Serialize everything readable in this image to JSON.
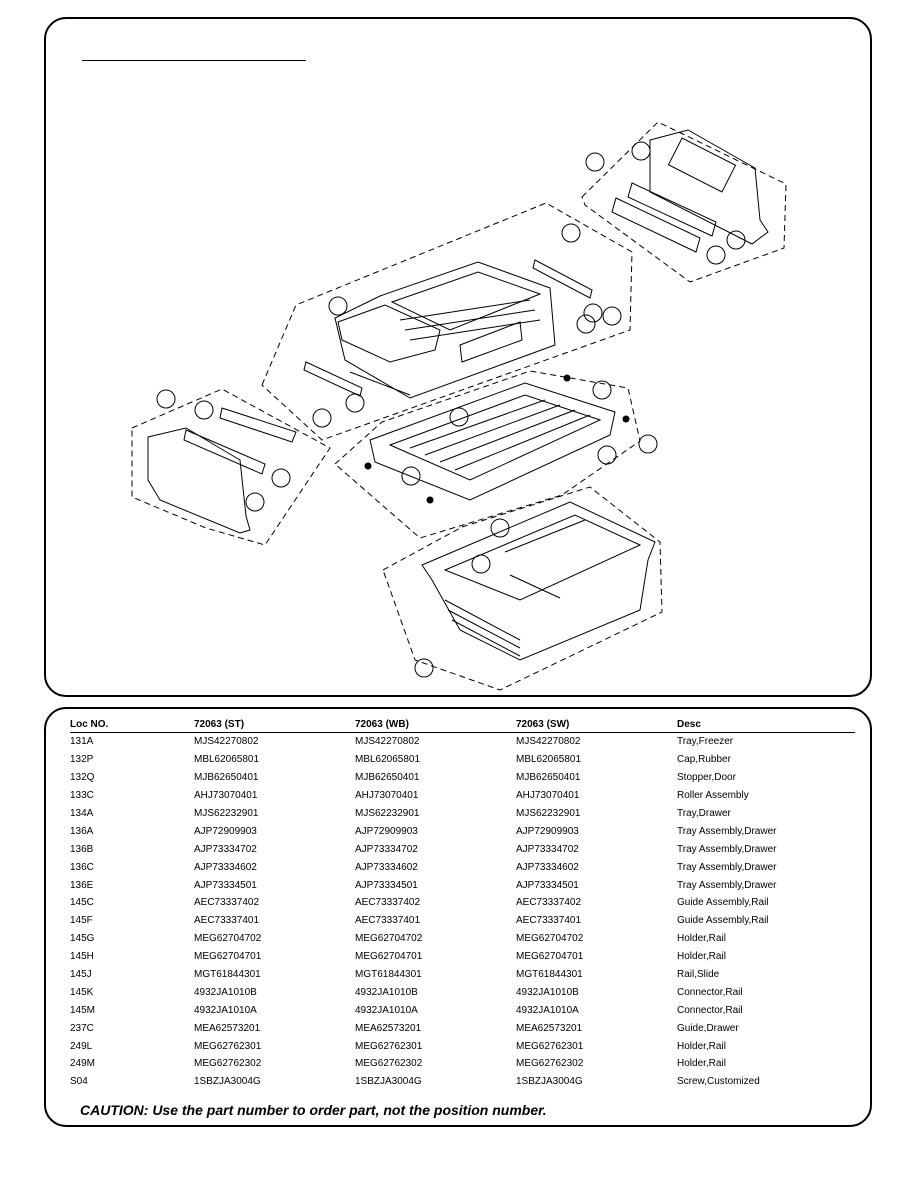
{
  "table": {
    "headers": [
      "Loc NO.",
      "72063 (ST)",
      "72063 (WB)",
      "72063 (SW)",
      "Desc"
    ],
    "rows": [
      [
        "131A",
        "MJS42270802",
        "MJS42270802",
        "MJS42270802",
        "Tray,Freezer"
      ],
      [
        "132P",
        "MBL62065801",
        "MBL62065801",
        "MBL62065801",
        "Cap,Rubber"
      ],
      [
        "132Q",
        "MJB62650401",
        "MJB62650401",
        "MJB62650401",
        "Stopper,Door"
      ],
      [
        "133C",
        "AHJ73070401",
        "AHJ73070401",
        "AHJ73070401",
        "Roller Assembly"
      ],
      [
        "134A",
        "MJS62232901",
        "MJS62232901",
        "MJS62232901",
        "Tray,Drawer"
      ],
      [
        "136A",
        "AJP72909903",
        "AJP72909903",
        "AJP72909903",
        "Tray Assembly,Drawer"
      ],
      [
        "136B",
        "AJP73334702",
        "AJP73334702",
        "AJP73334702",
        "Tray Assembly,Drawer"
      ],
      [
        "136C",
        "AJP73334602",
        "AJP73334602",
        "AJP73334602",
        "Tray Assembly,Drawer"
      ],
      [
        "136E",
        "AJP73334501",
        "AJP73334501",
        "AJP73334501",
        "Tray Assembly,Drawer"
      ],
      [
        "145C",
        "AEC73337402",
        "AEC73337402",
        "AEC73337402",
        "Guide Assembly,Rail"
      ],
      [
        "145F",
        "AEC73337401",
        "AEC73337401",
        "AEC73337401",
        "Guide Assembly,Rail"
      ],
      [
        "145G",
        "MEG62704702",
        "MEG62704702",
        "MEG62704702",
        "Holder,Rail"
      ],
      [
        "145H",
        "MEG62704701",
        "MEG62704701",
        "MEG62704701",
        "Holder,Rail"
      ],
      [
        "145J",
        "MGT61844301",
        "MGT61844301",
        "MGT61844301",
        "Rail,Slide"
      ],
      [
        "145K",
        "4932JA1010B",
        "4932JA1010B",
        "4932JA1010B",
        "Connector,Rail"
      ],
      [
        "145M",
        "4932JA1010A",
        "4932JA1010A",
        "4932JA1010A",
        "Connector,Rail"
      ],
      [
        "237C",
        "MEA62573201",
        "MEA62573201",
        "MEA62573201",
        "Guide,Drawer"
      ],
      [
        "249L",
        "MEG62762301",
        "MEG62762301",
        "MEG62762301",
        "Holder,Rail"
      ],
      [
        "249M",
        "MEG62762302",
        "MEG62762302",
        "MEG62762302",
        "Holder,Rail"
      ],
      [
        "S04",
        "1SBZJA3004G",
        "1SBZJA3004G",
        "1SBZJA3004G",
        "Screw,Customized"
      ]
    ]
  },
  "caution": "CAUTION: Use the part number to order part, not the position number."
}
